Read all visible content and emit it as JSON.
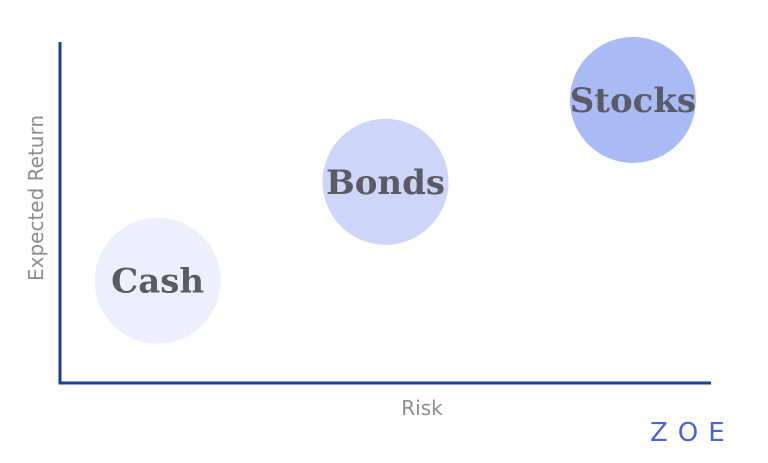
{
  "chart_data": {
    "type": "scatter",
    "title": "",
    "xlabel": "Risk",
    "ylabel": "Expected Return",
    "xlim": [
      0,
      10
    ],
    "ylim": [
      0,
      10
    ],
    "grid": false,
    "legend": "none",
    "points": [
      {
        "label": "Cash",
        "x": 1.5,
        "y": 3.0,
        "color": "#edf0fc"
      },
      {
        "label": "Bonds",
        "x": 5.0,
        "y": 5.9,
        "color": "#cdd6f8"
      },
      {
        "label": "Stocks",
        "x": 8.8,
        "y": 8.3,
        "color": "#a9bbf5"
      }
    ]
  },
  "brand": {
    "logo_text": "ZOE"
  },
  "colors": {
    "axis": "#1c3f8f",
    "label": "#5b5b66",
    "axis_title": "#8c8c8c",
    "brand": "#4a63e0"
  }
}
